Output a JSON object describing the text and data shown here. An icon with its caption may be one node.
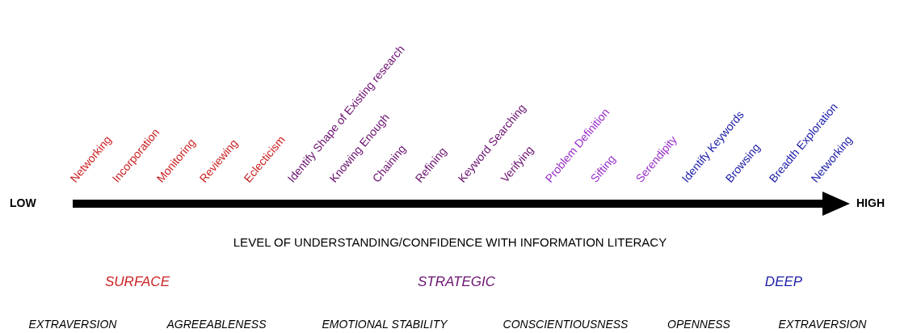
{
  "diagram": {
    "labels": [
      "LOW",
      "Networking",
      "Incorporation",
      "Monitoring",
      "Reviewing",
      "Eclecticism",
      "Identify Shape of Existing research",
      "Knowing Enough",
      "Chaining",
      "Refining",
      "Keyword Searching",
      "Verifying",
      "Problem Definition",
      "Sifting",
      "Serendipity",
      "Identify Keywords",
      "Browsing",
      "Breadth Exploration",
      "Networking",
      "HIGH",
      "LEVEL OF UNDERSTANDING/CONFIDENCE WITH INFORMATION LITERACY",
      "SURFACE",
      "STRATEGIC",
      "DEEP",
      "EXTRAVERSION",
      "AGREEABLENESS",
      "EMOTIONAL STABILITY",
      "CONSCIENTIOUSNESS",
      "OPENNESS",
      "EXTRAVERSION"
    ]
  }
}
